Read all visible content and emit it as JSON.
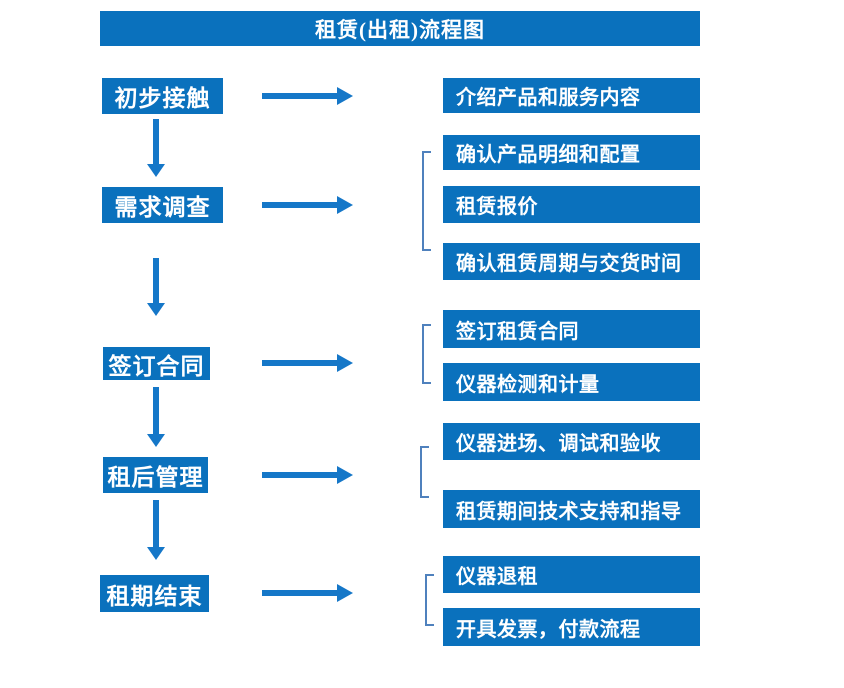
{
  "title": {
    "text": "租赁(出租)流程图"
  },
  "colors": {
    "box_blue": "#0A71BD",
    "arrow_blue": "#1577C8",
    "bracket_blue": "#4F81BD",
    "text_white": "#FFFFFF",
    "background": "#FFFFFF"
  },
  "icons": {
    "arrow_right": "solid-right-arrow (css shaft + triangle)",
    "arrow_down": "solid-down-arrow (css shaft + triangle)",
    "bracket": "square-bracket group connector (css borders)"
  },
  "flow": {
    "stages": [
      {
        "label": "初步接触",
        "details": [
          "介绍产品和服务内容"
        ]
      },
      {
        "label": "需求调查",
        "details": [
          "确认产品明细和配置",
          "租赁报价",
          "确认租赁周期与交货时间"
        ]
      },
      {
        "label": "签订合同",
        "details": [
          "签订租赁合同",
          "仪器检测和计量"
        ]
      },
      {
        "label": "租后管理",
        "details": [
          "仪器进场、调试和验收",
          "租赁期间技术支持和指导"
        ]
      },
      {
        "label": "租期结束",
        "details": [
          "仪器退租",
          "开具发票，付款流程"
        ]
      }
    ]
  }
}
